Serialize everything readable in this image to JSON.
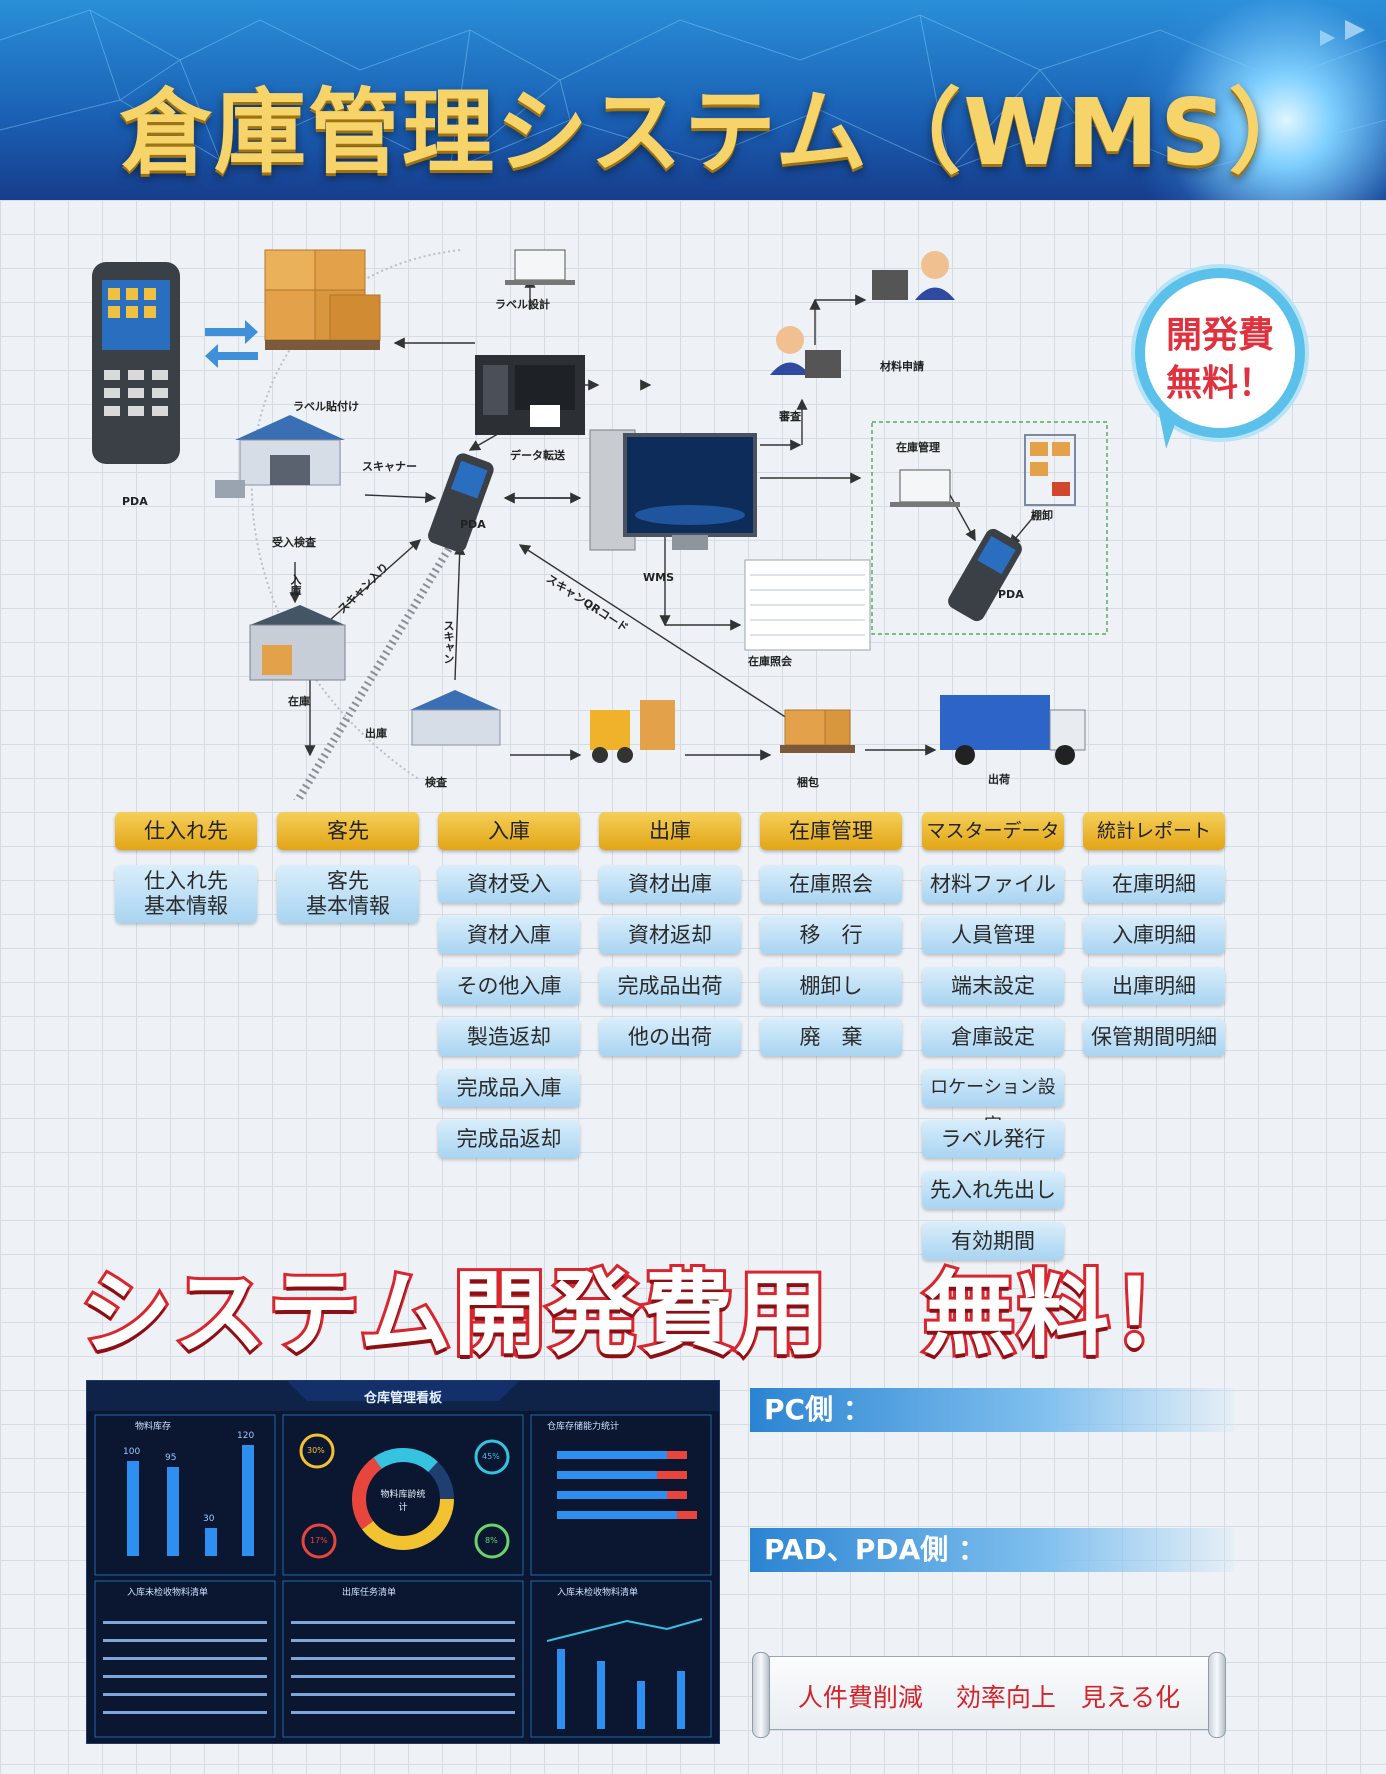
{
  "header": {
    "title": "倉庫管理システム（WMS）"
  },
  "bubble": {
    "line1": "開発費",
    "line2": "無料！"
  },
  "diagram": {
    "labels": {
      "pda_device": "PDA",
      "label_attach": "ラベル貼付け",
      "label_design": "ラベル設計",
      "data_transfer": "データ転送",
      "scanner": "スキャナー",
      "pda_center": "PDA",
      "receive_inspect": "受入検査",
      "nyuko": "入庫",
      "inventory": "在庫",
      "shukko": "出庫",
      "inspect": "検査",
      "wms": "WMS",
      "inventory_query": "在庫照会",
      "review": "審査",
      "material_request": "材料申請",
      "inventory_mgmt": "在庫管理",
      "stocktake": "棚卸",
      "pda_right": "PDA",
      "packing": "梱包",
      "shipping": "出荷",
      "scan_diag1": "スキャン入り",
      "scan_diag2": "スキャン",
      "scan_qr": "スキャンQRコード"
    }
  },
  "modules": [
    {
      "head": "仕入れ先",
      "items": [
        "仕入れ先\n基本情報"
      ]
    },
    {
      "head": "客先",
      "items": [
        "客先\n基本情報"
      ]
    },
    {
      "head": "入庫",
      "items": [
        "資材受入",
        "資材入庫",
        "その他入庫",
        "製造返却",
        "完成品入庫",
        "完成品返却"
      ]
    },
    {
      "head": "出庫",
      "items": [
        "資材出庫",
        "資材返却",
        "完成品出荷",
        "他の出荷"
      ]
    },
    {
      "head": "在庫管理",
      "items": [
        "在庫照会",
        "移　行",
        "棚卸し",
        "廃　棄"
      ]
    },
    {
      "head": "マスターデータ",
      "items": [
        "材料ファイル",
        "人員管理",
        "端末設定",
        "倉庫設定",
        "ロケーション設定",
        "ラベル発行",
        "先入れ先出し",
        "有効期間"
      ]
    },
    {
      "head": "統計レポート",
      "items": [
        "在庫明細",
        "入庫明細",
        "出庫明細",
        "保管期間明細"
      ]
    }
  ],
  "banner": {
    "text": "システム開発費用　無料！"
  },
  "dashboard": {
    "title": "仓库管理看板",
    "panel1": "物料库存",
    "panel2": "仓库存储能力统计",
    "panel3": "入库未检收物料清单",
    "panel4": "出库任务清单",
    "panel5": "入库未检收物料清单",
    "center": "物料库龄统计",
    "stock_values": [
      "100",
      "95",
      "30",
      "120"
    ],
    "ring_values": [
      "30%",
      "45%",
      "17%",
      "8%"
    ]
  },
  "right": {
    "pc": "PC側 ：",
    "pda": "PAD、PDA側 ：",
    "scroll": "人件費削減　 効率向上　見える化"
  }
}
